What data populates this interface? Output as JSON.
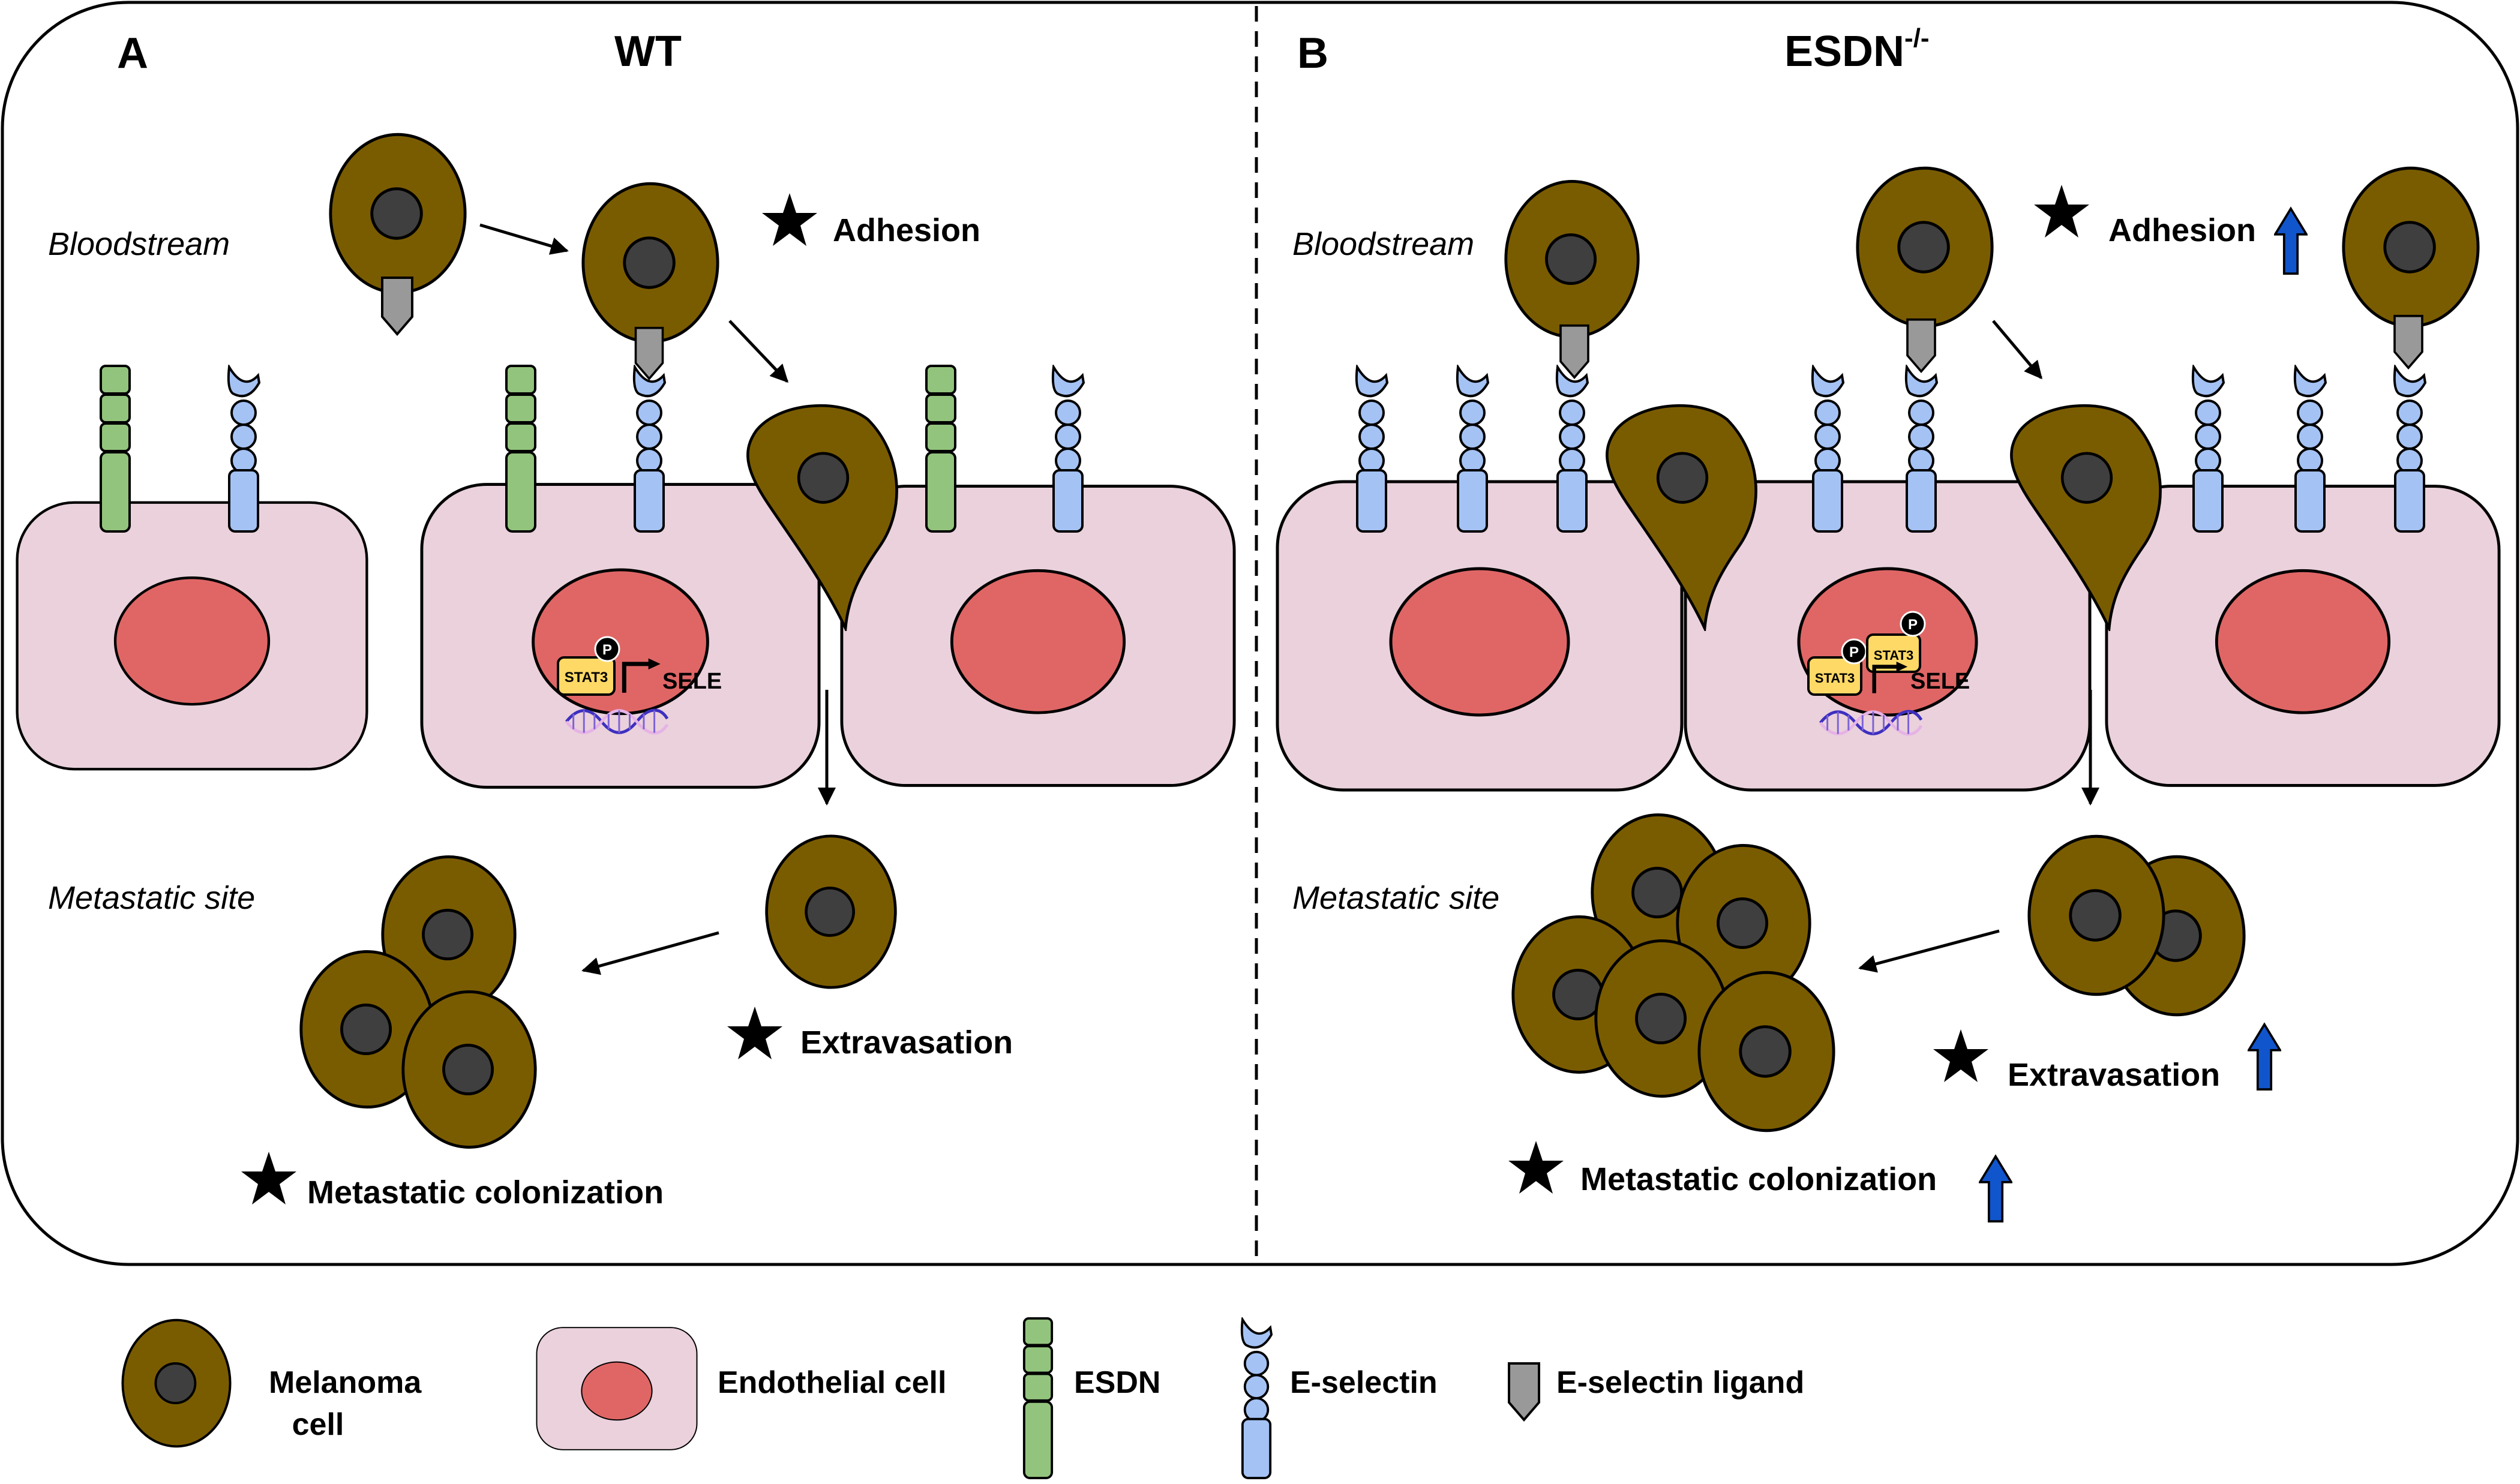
{
  "panel_a": {
    "letter": "A",
    "title": "WT",
    "bloodstream_label": "Bloodstream",
    "metastatic_site_label": "Metastatic site",
    "steps": {
      "adhesion": "Adhesion",
      "extravasation": "Extravasation",
      "colonization": "Metastatic colonization"
    },
    "nucleus": {
      "stat3": "STAT3",
      "phospho": "P",
      "gene": "SELE"
    }
  },
  "panel_b": {
    "letter": "B",
    "title_base": "ESDN",
    "title_superscript": "-/-",
    "bloodstream_label": "Bloodstream",
    "metastatic_site_label": "Metastatic site",
    "steps": {
      "adhesion": "Adhesion",
      "extravasation": "Extravasation",
      "colonization": "Metastatic colonization"
    },
    "nucleus": {
      "stat3": "STAT3",
      "phospho": "P",
      "gene": "SELE"
    }
  },
  "legend": {
    "melanoma_line1": "Melanoma",
    "melanoma_line2": "cell",
    "endothelial": "Endothelial cell",
    "esdn": "ESDN",
    "eselectin": "E-selectin",
    "ligand": "E-selectin ligand"
  },
  "colors": {
    "melanoma": "#7a5c00",
    "melanoma_nucleus": "#3f3f3f",
    "endothelial": "#ead1dc",
    "endothelial_nucleus": "#e06666",
    "esdn": "#93c47d",
    "eselectin": "#a4c2f4",
    "ligand": "#999999",
    "stat3": "#ffd966",
    "increase_arrow": "#1155cc"
  }
}
